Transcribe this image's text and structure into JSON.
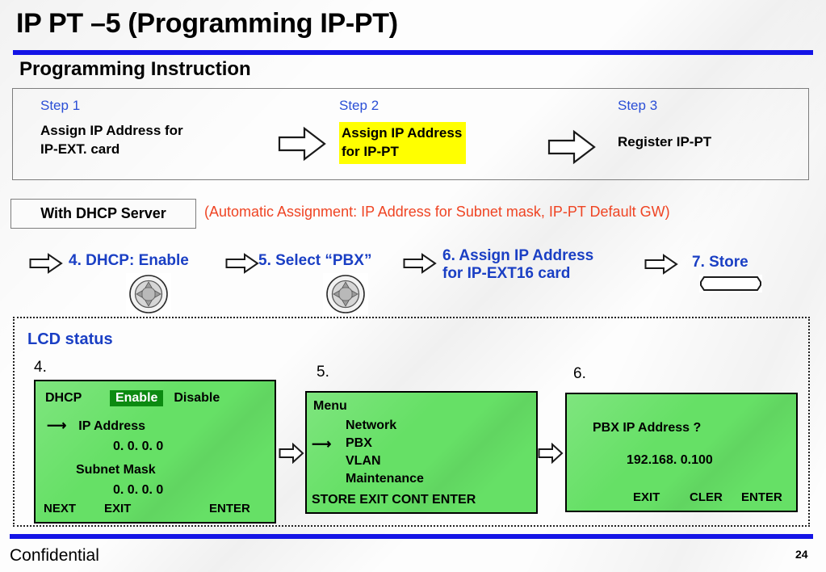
{
  "slide": {
    "title": "IP PT –5  (Programming IP-PT)",
    "subtitle": "Programming Instruction",
    "accent_color": "#1414e6",
    "step_label_color": "#2b4fd6",
    "highlight_color": "#ffff00",
    "note_color": "#ef4423",
    "lcd_color": "#66e066",
    "lcd_invert_color": "#0c8a11"
  },
  "steps": [
    {
      "label": "Step 1",
      "line1": "Assign IP Address for",
      "line2": "IP-EXT. card",
      "highlighted": false
    },
    {
      "label": "Step 2",
      "line1": "Assign IP Address",
      "line2": "for IP-PT",
      "highlighted": true
    },
    {
      "label": "Step 3",
      "line1": "Register IP-PT",
      "line2": "",
      "highlighted": false
    }
  ],
  "dhcp": {
    "box_label": "With DHCP Server",
    "note": "(Automatic Assignment: IP Address for Subnet mask, IP-PT Default GW)"
  },
  "flow": {
    "item4": "4. DHCP: Enable",
    "item5": "5. Select “PBX”",
    "item6_line1": "6. Assign IP Address",
    "item6_line2": "for IP-EXT16 card",
    "item7": "7. Store"
  },
  "lcd_section": {
    "title": "LCD status",
    "numbers": {
      "n4": "4.",
      "n5": "5.",
      "n6": "6."
    },
    "screen4": {
      "dhcp_label": "DHCP",
      "enable": "Enable",
      "disable": "Disable",
      "ip_label": "IP Address",
      "ip_value": "0.  0.  0.  0",
      "subnet_label": "Subnet Mask",
      "subnet_value": "0.  0.  0.  0",
      "soft_next": "NEXT",
      "soft_exit": "EXIT",
      "soft_enter": "ENTER"
    },
    "screen5": {
      "menu_label": "Menu",
      "items": [
        "Network",
        "PBX",
        "VLAN",
        "Maintenance"
      ],
      "selected": "PBX",
      "softkeys": "STORE  EXIT  CONT  ENTER"
    },
    "screen6": {
      "prompt": "PBX IP Address ?",
      "value": "192.168.   0.100",
      "soft_exit": "EXIT",
      "soft_cler": "CLER",
      "soft_enter": "ENTER"
    }
  },
  "footer": {
    "text": "Confidential",
    "page": "24"
  }
}
